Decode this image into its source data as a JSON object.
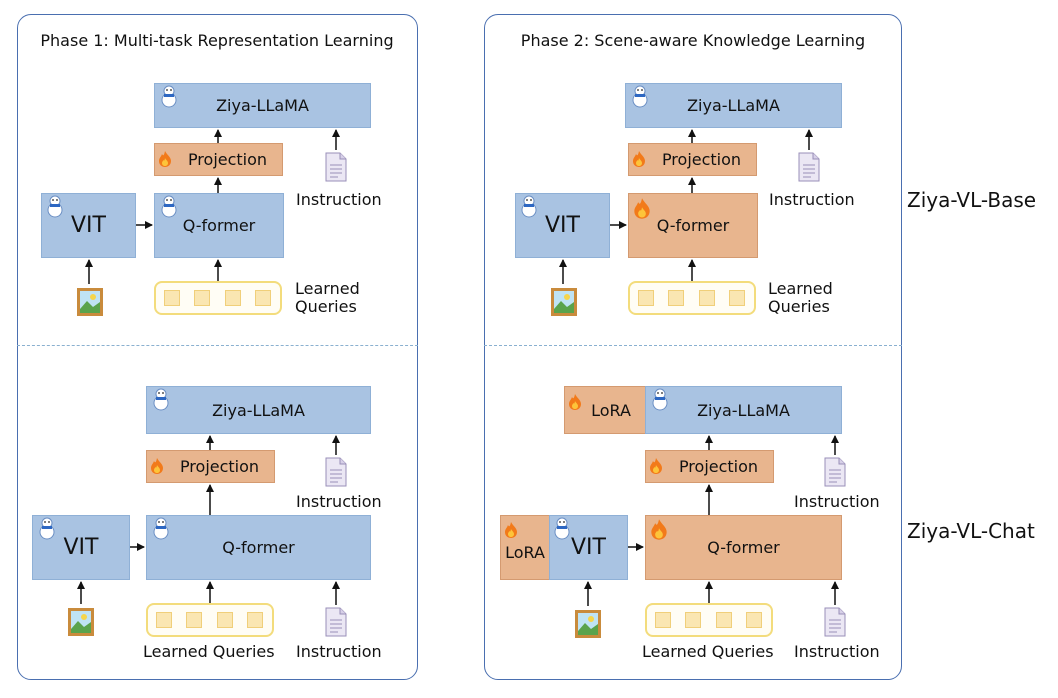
{
  "phase1": {
    "title": "Phase 1: Multi-task Representation Learning"
  },
  "phase2": {
    "title": "Phase 2: Scene-aware Knowledge Learning"
  },
  "rows": {
    "base": "Ziya-VL-Base",
    "chat": "Ziya-VL-Chat"
  },
  "labels": {
    "llm": "Ziya-LLaMA",
    "projection": "Projection",
    "qformer": "Q-former",
    "vit": "VIT",
    "lora": "LoRA",
    "instruction": "Instruction",
    "learned": "Learned",
    "queries": "Queries",
    "learned_queries": "Learned Queries"
  },
  "colors": {
    "frozen": "#a9c3e2",
    "trainable": "#e8b58e",
    "border": "#4a6fb0"
  },
  "icons": {
    "frozen": "snowman-icon",
    "trainable": "fire-icon",
    "instruction": "document-icon",
    "image": "image-icon"
  }
}
